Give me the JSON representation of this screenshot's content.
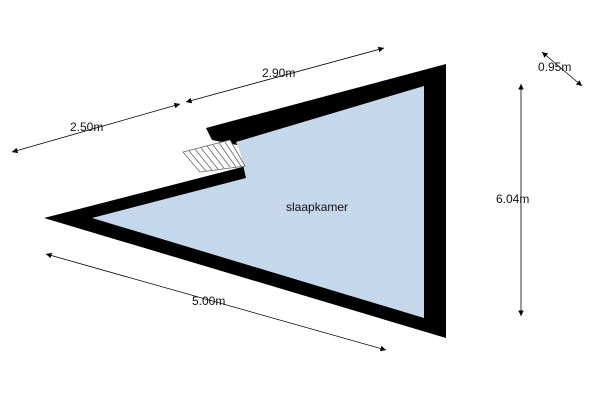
{
  "room": {
    "name": "slaapkamer",
    "fill_color": "#c5d7ea",
    "wall_color": "#000000"
  },
  "dimensions": {
    "top_left": "2.50m",
    "top_right": "2.90m",
    "corner": "0.95m",
    "right": "6.04m",
    "bottom": "5.00m"
  }
}
